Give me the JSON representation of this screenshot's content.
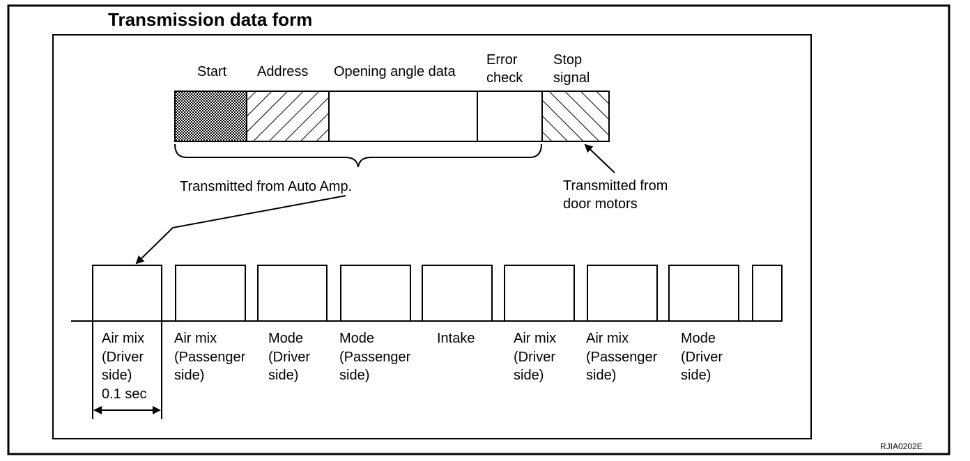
{
  "title": "Transmission data form",
  "frame_fields": [
    {
      "id": "start",
      "label_lines": [
        "Start"
      ]
    },
    {
      "id": "address",
      "label_lines": [
        "Address"
      ]
    },
    {
      "id": "opening-angle-data",
      "label_lines": [
        "Opening angle data"
      ]
    },
    {
      "id": "error-check",
      "label_lines": [
        "Error",
        "check"
      ]
    },
    {
      "id": "stop-signal",
      "label_lines": [
        "Stop",
        "signal"
      ]
    }
  ],
  "source_auto_amp": "Transmitted from Auto Amp.",
  "source_door_motors_lines": [
    "Transmitted from",
    "door motors"
  ],
  "sequence": [
    {
      "lines": [
        "Air mix",
        "(Driver",
        "side)"
      ]
    },
    {
      "lines": [
        "Air mix",
        "(Passenger",
        "side)"
      ]
    },
    {
      "lines": [
        "Mode",
        "(Driver",
        "side)"
      ]
    },
    {
      "lines": [
        "Mode",
        "(Passenger",
        "side)"
      ]
    },
    {
      "lines": [
        "Intake"
      ]
    },
    {
      "lines": [
        "Air mix",
        "(Driver",
        "side)"
      ]
    },
    {
      "lines": [
        "Air mix",
        "(Passenger",
        "side)"
      ]
    },
    {
      "lines": [
        "Mode",
        "(Driver",
        "side)"
      ]
    }
  ],
  "duration_label": "0.1 sec",
  "figure_code": "RJIA0202E"
}
